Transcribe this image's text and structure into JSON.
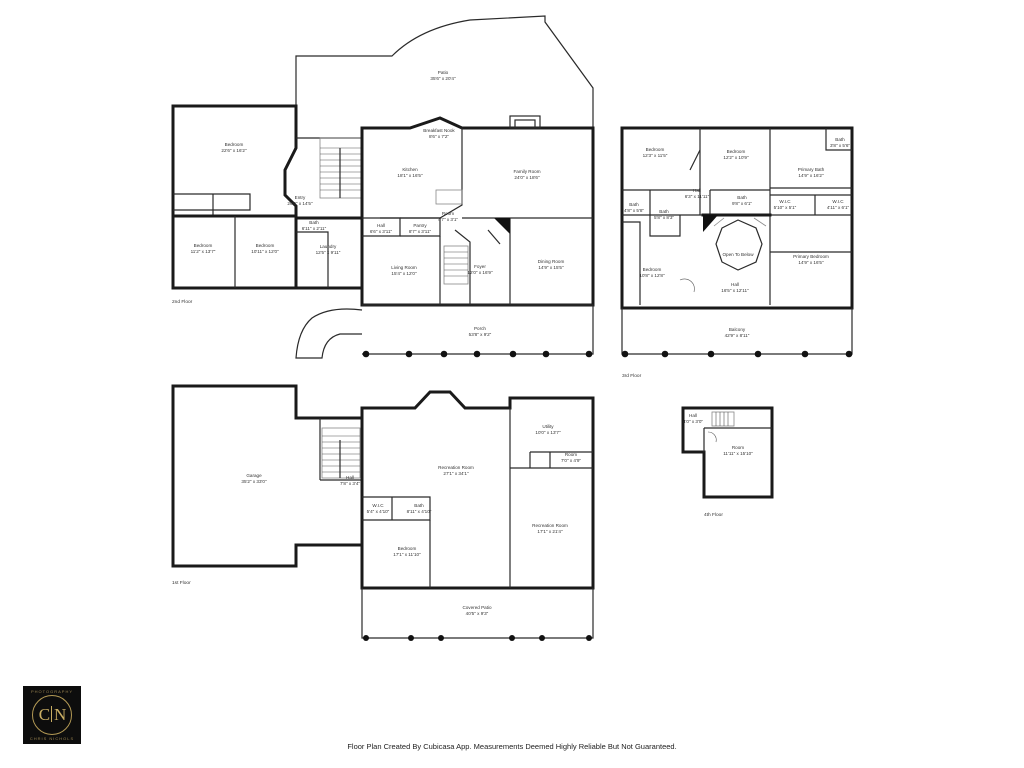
{
  "floors": {
    "second": "2nd Floor",
    "third": "3rd Floor",
    "first": "1st Floor",
    "fourth": "4th Floor"
  },
  "rooms": {
    "patio": {
      "name": "Patio",
      "dim": "35'6\" x 20'4\""
    },
    "bedroom_2a": {
      "name": "Bedroom",
      "dim": "22'6\" x 16'2\""
    },
    "breakfast_nook": {
      "name": "Breakfast Nook",
      "dim": "8'6\" x 7'2\""
    },
    "kitchen": {
      "name": "Kitchen",
      "dim": "18'1\" x 16'5\""
    },
    "family_room": {
      "name": "Family Room",
      "dim": "24'0\" x 18'6\""
    },
    "entry": {
      "name": "Entry",
      "dim": "26'0\" x 14'5\""
    },
    "bath_2": {
      "name": "Bath",
      "dim": "6'11\" x 2'11\""
    },
    "room_2": {
      "name": "Room",
      "dim": "4'7\" x 3'1\""
    },
    "hall_2": {
      "name": "Hall",
      "dim": "6'6\" x 3'11\""
    },
    "pantry": {
      "name": "Pantry",
      "dim": "8'7\" x 3'11\""
    },
    "bedroom_2b": {
      "name": "Bedroom",
      "dim": "11'2\" x 13'7\""
    },
    "bedroom_2c": {
      "name": "Bedroom",
      "dim": "10'11\" x 12'0\""
    },
    "laundry": {
      "name": "Laundry",
      "dim": "12'5\" x 9'11\""
    },
    "living_room": {
      "name": "Living Room",
      "dim": "15'4\" x 12'0\""
    },
    "foyer": {
      "name": "Foyer",
      "dim": "12'0\" x 16'9\""
    },
    "dining_room": {
      "name": "Dining Room",
      "dim": "14'9\" x 15'5\""
    },
    "porch": {
      "name": "Porch",
      "dim": "53'8\" x 9'2\""
    },
    "bedroom_3a": {
      "name": "Bedroom",
      "dim": "12'3\" x 11'5\""
    },
    "bedroom_3b": {
      "name": "Bedroom",
      "dim": "12'2\" x 10'9\""
    },
    "bath_3a": {
      "name": "Bath",
      "dim": "3'8\" x 5'6\""
    },
    "primary_bath": {
      "name": "Primary Bath",
      "dim": "14'9\" x 16'2\""
    },
    "hall_3a": {
      "name": "Hall",
      "dim": "6'3\" x 11'11\""
    },
    "bath_3b": {
      "name": "Bath",
      "dim": "9'8\" x 6'1\""
    },
    "bath_3c": {
      "name": "Bath",
      "dim": "4'8\" x 5'8\""
    },
    "bath_3d": {
      "name": "Bath",
      "dim": "5'8\" x 8'3\""
    },
    "wic_3a": {
      "name": "W.I.C",
      "dim": "5'10\" x 5'1\""
    },
    "wic_3b": {
      "name": "W.I.C",
      "dim": "4'11\" x 6'1\""
    },
    "open_to_below": {
      "name": "Open To Below",
      "dim": ""
    },
    "bedroom_3c": {
      "name": "Bedroom",
      "dim": "10'8\" x 12'8\""
    },
    "hall_3b": {
      "name": "Hall",
      "dim": "16'5\" x 12'11\""
    },
    "primary_bedroom": {
      "name": "Primary Bedroom",
      "dim": "14'9\" x 16'5\""
    },
    "balcony": {
      "name": "Balcony",
      "dim": "42'9\" x 8'11\""
    },
    "garage": {
      "name": "Garage",
      "dim": "35'2\" x 33'0\""
    },
    "utility": {
      "name": "Utility",
      "dim": "10'0\" x 13'7\""
    },
    "room_1": {
      "name": "Room",
      "dim": "7'0\" x 4'9\""
    },
    "recreation_1": {
      "name": "Recreation Room",
      "dim": "27'1\" x 34'1\""
    },
    "hall_1": {
      "name": "Hall",
      "dim": "7'8\" x 3'4\""
    },
    "wic_1": {
      "name": "W.I.C",
      "dim": "5'4\" x 4'10\""
    },
    "bath_1": {
      "name": "Bath",
      "dim": "8'11\" x 4'10\""
    },
    "recreation_2": {
      "name": "Recreation Room",
      "dim": "17'1\" x 21'4\""
    },
    "bedroom_1": {
      "name": "Bedroom",
      "dim": "17'1\" x 11'10\""
    },
    "covered_patio": {
      "name": "Covered Patio",
      "dim": "40'5\" x 9'3\""
    },
    "hall_4": {
      "name": "Hall",
      "dim": "4'0\" x 3'0\""
    },
    "room_4": {
      "name": "Room",
      "dim": "11'11\" x 15'10\""
    }
  },
  "footer": "Floor Plan Created By Cubicasa App. Measurements Deemed Highly Reliable But Not Guaranteed.",
  "logo": {
    "left": "C",
    "right": "N",
    "top_arc": "PHOTOGRAPHY",
    "bottom_arc": "CHRIS NICHOLS"
  }
}
